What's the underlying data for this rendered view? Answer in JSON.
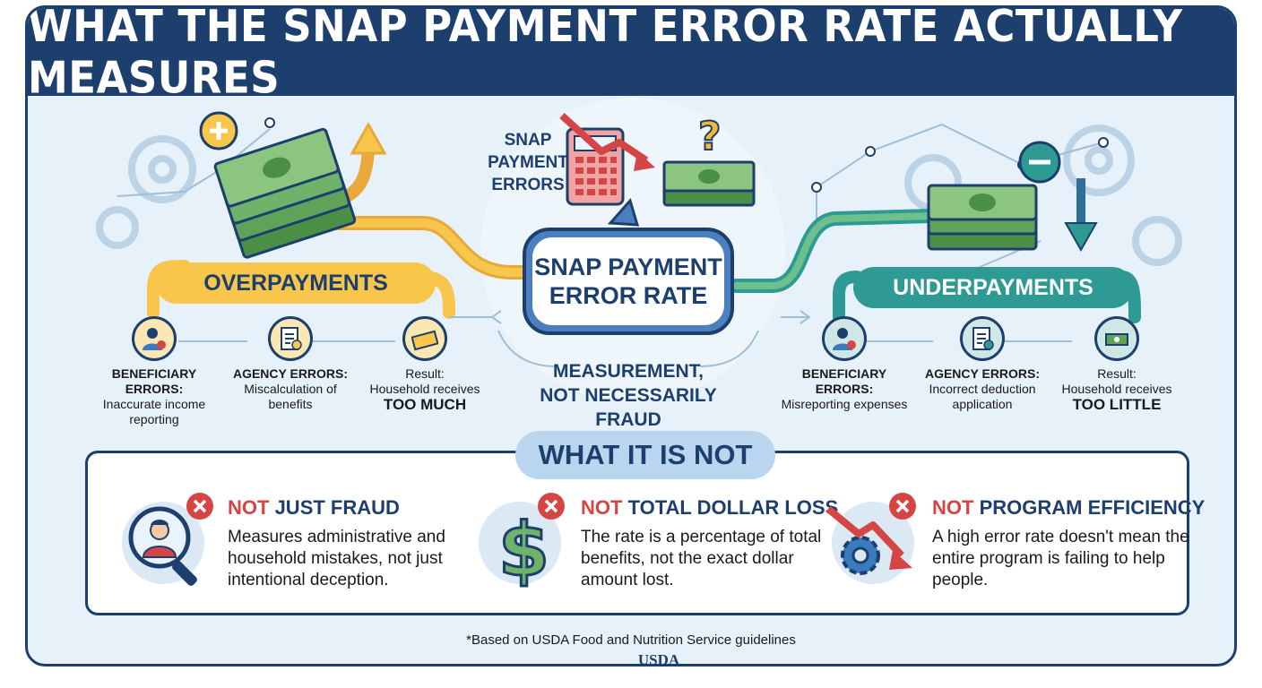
{
  "title": "WHAT THE SNAP PAYMENT ERROR RATE ACTUALLY MEASURES",
  "center": {
    "snap_errors": [
      "SNAP",
      "PAYMENT",
      "ERRORS"
    ],
    "box_line1": "SNAP PAYMENT",
    "box_line2": "ERROR RATE",
    "measure_line1": "MEASUREMENT,",
    "measure_line2": "NOT NECESSARILY FRAUD"
  },
  "overpayments": {
    "label": "OVERPAYMENTS",
    "beneficiary": {
      "heading": "BENEFICIARY ERRORS:",
      "text": "Inaccurate income reporting"
    },
    "agency": {
      "heading": "AGENCY ERRORS:",
      "text": "Miscalculation of benefits"
    },
    "result": {
      "heading": "Result:",
      "text": "Household receives",
      "emphasis": "TOO MUCH"
    }
  },
  "underpayments": {
    "label": "UNDERPAYMENTS",
    "beneficiary": {
      "heading": "BENEFICIARY ERRORS:",
      "text": "Misreporting expenses"
    },
    "agency": {
      "heading": "AGENCY ERRORS:",
      "text": "Incorrect deduction application"
    },
    "result": {
      "heading": "Result:",
      "text": "Household receives",
      "emphasis": "TOO LITTLE"
    }
  },
  "what_it_is_not": {
    "heading": "WHAT IT IS NOT",
    "items": [
      {
        "not": "NOT",
        "rest": " JUST FRAUD",
        "desc": "Measures administrative and household mistakes, not just intentional deception.",
        "icon": "magnifier-person-icon"
      },
      {
        "not": "NOT",
        "rest": " TOTAL DOLLAR LOSS",
        "desc": "The rate is a percentage of total benefits, not the exact dollar amount lost.",
        "icon": "dollar-sign-icon"
      },
      {
        "not": "NOT",
        "rest": " PROGRAM EFFICIENCY",
        "desc": "A high error rate doesn't mean the entire program is failing to help people.",
        "icon": "gear-down-arrow-icon"
      }
    ]
  },
  "footnote": "*Based on USDA Food and Nutrition Service guidelines",
  "logo_text": "USDA",
  "colors": {
    "navy": "#1d3f6e",
    "yellow": "#f7c64a",
    "teal": "#2f9a94",
    "red": "#d64545",
    "money": "#5fa25a",
    "background": "#e6f1fa"
  }
}
